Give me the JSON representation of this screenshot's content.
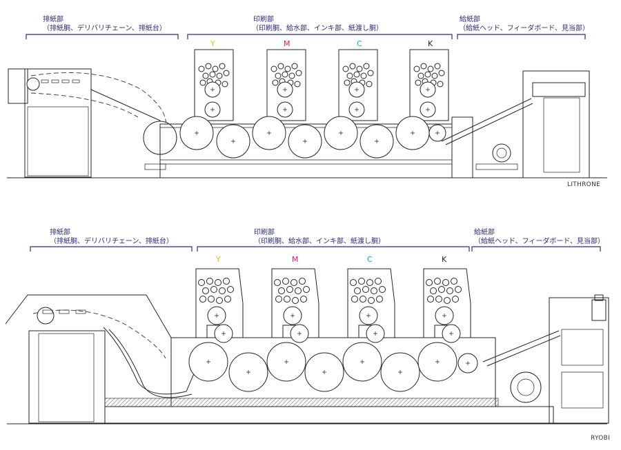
{
  "top_press": {
    "brand": "LITHRONE",
    "delivery": {
      "title": "排紙部",
      "detail": "（排紙胴、デリバリチェーン、排紙台）"
    },
    "printing": {
      "title": "印刷部",
      "detail": "（印刷胴、給水部、インキ部、紙渡し胴）"
    },
    "feeder": {
      "title": "給紙部",
      "detail": "（給紙ヘッド、フィーダボード、見当部）"
    },
    "units": [
      {
        "label": "Y",
        "color": "#e8c000"
      },
      {
        "label": "M",
        "color": "#e0157a"
      },
      {
        "label": "C",
        "color": "#1aa3d8"
      },
      {
        "label": "K",
        "color": "#222222"
      }
    ]
  },
  "bottom_press": {
    "brand": "RYOBI",
    "delivery": {
      "title": "排紙部",
      "detail": "（排紙胴、デリバリチェーン、排紙台）"
    },
    "printing": {
      "title": "印刷部",
      "detail": "（印刷胴、給水部、インキ部、紙渡し胴）"
    },
    "feeder": {
      "title": "給紙部",
      "detail": "（給紙ヘッド、フィーダボード、見当部）"
    },
    "units": [
      {
        "label": "Y",
        "color": "#e8c000"
      },
      {
        "label": "M",
        "color": "#e0157a"
      },
      {
        "label": "C",
        "color": "#1aa3d8"
      },
      {
        "label": "K",
        "color": "#222222"
      }
    ]
  }
}
